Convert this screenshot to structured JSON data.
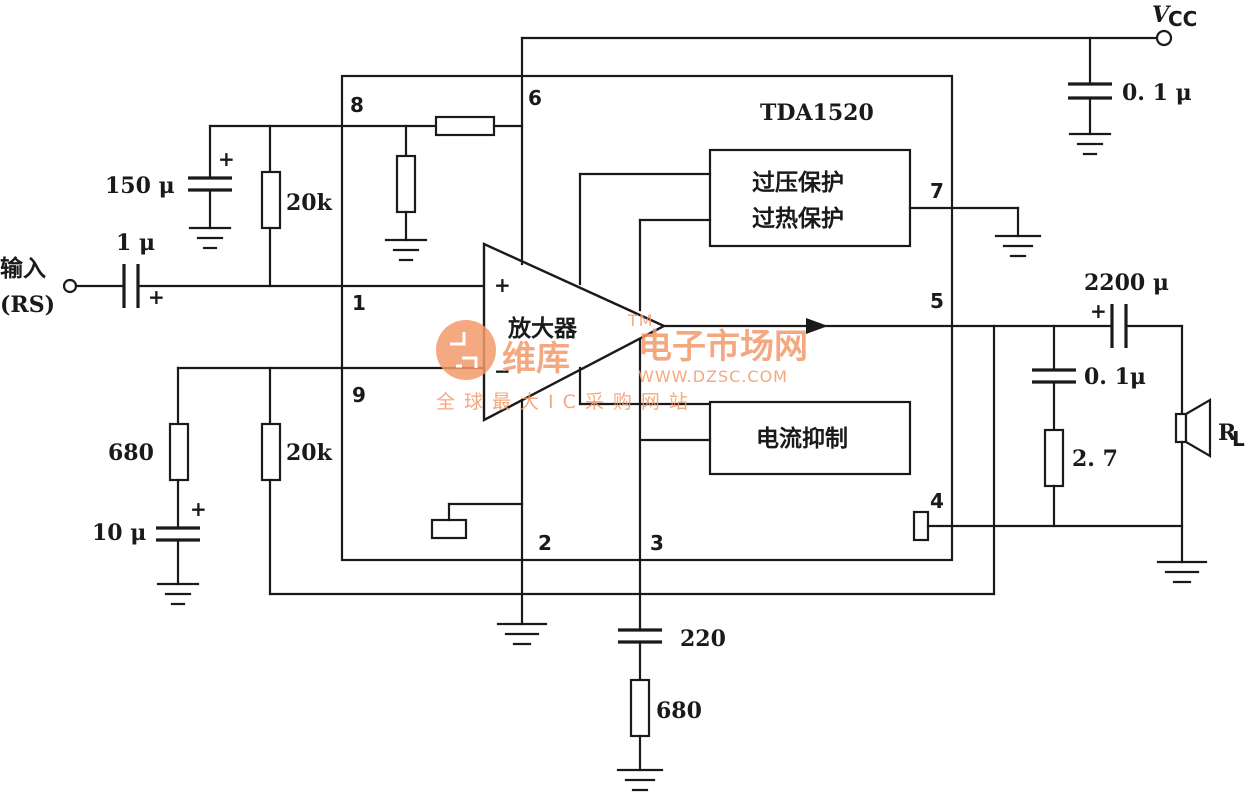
{
  "ic": {
    "name": "TDA1520"
  },
  "pins": {
    "p1": "1",
    "p2": "2",
    "p3": "3",
    "p4": "4",
    "p5": "5",
    "p6": "6",
    "p7": "7",
    "p8": "8",
    "p9": "9"
  },
  "blocks": {
    "protect_line1": "过压保护",
    "protect_line2": "过热保护",
    "current_limit": "电流抑制",
    "amp": "放大器"
  },
  "amp_inputs": {
    "plus": "+",
    "minus": "−"
  },
  "supply": {
    "vcc_main": "V",
    "vcc_sub": "CC"
  },
  "input": {
    "line1": "输入",
    "line2": "(RS)"
  },
  "components": {
    "c_vcc": "0. 1 μ",
    "c_150": "150 μ",
    "r_20k_top": "20k",
    "c_in": "1 μ",
    "r_680_fb": "680",
    "c_10": "10 μ",
    "r_20k_fb": "20k",
    "c_out": "2200 μ",
    "c_zobel": "0. 1μ",
    "r_zobel": "2. 7",
    "load_main": "R",
    "load_sub": "L",
    "c_220": "220",
    "r_680_bot": "680"
  },
  "polarity": {
    "plus": "+"
  },
  "watermark": {
    "brand": "维库",
    "site_name": "电子市场网",
    "tm": "TM",
    "url": "WWW.DZSC.COM",
    "slogan": "全球最大IC采购网站"
  }
}
